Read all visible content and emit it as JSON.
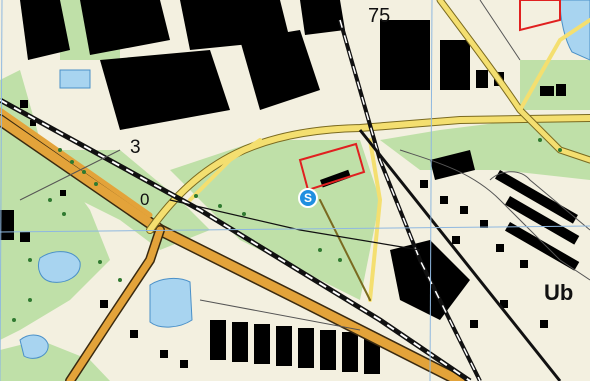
{
  "map": {
    "labels": {
      "route_75": "75",
      "route_3": "3",
      "route_0": "0",
      "place_ub": "Ub"
    },
    "poi": {
      "symbol": "S",
      "icon": "station-s-icon",
      "color": "#1f8fe0"
    },
    "colors": {
      "background": "#f3f0e0",
      "built_area": "#f3f0e0",
      "green_area": "#bfe0a8",
      "water": "#a8d4f0",
      "major_road": "#e3a33a",
      "secondary_road": "#f4df70",
      "railway": "#111111",
      "building": "#000000",
      "boundary_red": "#e02020"
    }
  }
}
